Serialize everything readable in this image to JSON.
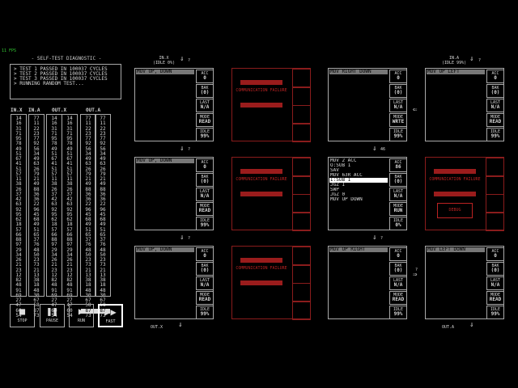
{
  "fps": "11 FPS",
  "diagnostic": {
    "title": "- SELF-TEST DIAGNOSTIC -",
    "lines": [
      "> TEST 1 PASSED IN 100037 CYCLES",
      "> TEST 2 PASSED IN 100037 CYCLES",
      "> TEST 3 PASSED IN 100037 CYCLES",
      "> RUNNING RANDOM TEST..."
    ]
  },
  "columns": [
    {
      "header": "IN.X",
      "values": [
        "14",
        "16",
        "31",
        "71",
        "95",
        "78",
        "49",
        "51",
        "67",
        "41",
        "51",
        "57",
        "11",
        "38",
        "26",
        "37",
        "42",
        "63",
        "92",
        "95",
        "62",
        "18",
        "57",
        "66",
        "88",
        "97",
        "29",
        "34",
        "26",
        "21",
        "23",
        "12",
        "82",
        "48",
        "91",
        "69",
        "27",
        "47",
        "60",
        "54"
      ]
    },
    {
      "header": "IN.A",
      "values": [
        "77",
        "11",
        "22",
        "23",
        "77",
        "92",
        "56",
        "34",
        "49",
        "63",
        "26",
        "79",
        "21",
        "49",
        "88",
        "36",
        "36",
        "22",
        "96",
        "45",
        "68",
        "49",
        "51",
        "65",
        "37",
        "76",
        "48",
        "50",
        "23",
        "73",
        "21",
        "13",
        "38",
        "18",
        "48",
        "30",
        "67",
        "58",
        "87",
        "73"
      ]
    },
    {
      "header": "OUT.X",
      "values": [
        "14",
        "16",
        "31",
        "71",
        "95",
        "78",
        "49",
        "51",
        "67",
        "41",
        "51",
        "57",
        "11",
        "38",
        "26",
        "37",
        "42",
        "63",
        "92",
        "95",
        "62",
        "18",
        "57",
        "66",
        "88",
        "97",
        "29",
        "34",
        "26",
        "21",
        "23",
        "12",
        "82",
        "48",
        "91",
        "69",
        "27",
        "47",
        "60",
        "54"
      ]
    },
    {
      "header": "",
      "values": [
        "14",
        "16",
        "31",
        "71",
        "95",
        "78",
        "49",
        "51",
        "67",
        "41",
        "51",
        "57",
        "11",
        "38",
        "26",
        "37",
        "42",
        "63",
        "92",
        "95",
        "62",
        "18",
        "57",
        "66",
        "88",
        "97",
        "29",
        "34",
        "26",
        "21",
        "23",
        "12",
        "82",
        "48",
        "91",
        "69",
        "27",
        "47",
        "60",
        "54"
      ]
    },
    {
      "header": "OUT.A",
      "values": [
        "77",
        "11",
        "22",
        "23",
        "77",
        "92",
        "56",
        "34",
        "49",
        "63",
        "26",
        "79",
        "21",
        "49",
        "88",
        "36",
        "36",
        "22",
        "96",
        "45",
        "68",
        "49",
        "51",
        "65",
        "37",
        "76",
        "48",
        "50",
        "23",
        "73",
        "21",
        "13",
        "38",
        "18",
        "48",
        "30",
        "67",
        "58",
        "87",
        "73"
      ]
    },
    {
      "header": "",
      "values": [
        "77",
        "11",
        "22",
        "23",
        "77",
        "92",
        "56",
        "34",
        "49",
        "63",
        "26",
        "79",
        "21",
        "49",
        "88",
        "36",
        "36",
        "22",
        "96",
        "45",
        "68",
        "49",
        "51",
        "65",
        "37",
        "76",
        "48",
        "50",
        "23",
        "73",
        "21",
        "13",
        "38",
        "18",
        "48",
        "30",
        "67",
        "58",
        "87",
        "73"
      ]
    }
  ],
  "controls": [
    {
      "icon": "■",
      "label": "STOP"
    },
    {
      "icon": "❚❚",
      "label": "PAUSE"
    },
    {
      "icon": "▶",
      "label": "RUN"
    },
    {
      "icon": "▶▶",
      "label": "FAST"
    }
  ],
  "nodes": [
    {
      "code": [
        "MOV UP, DOWN"
      ],
      "acc": "0",
      "bak": "(0)",
      "last": "N/A",
      "mode": "READ",
      "idle": "99%"
    },
    {
      "code": [
        "MOV RIGHT DOWN"
      ],
      "acc": "0",
      "bak": "(0)",
      "last": "N/A",
      "mode": "WRTE",
      "idle": "99%"
    },
    {
      "code": [
        "MOV UP LEFT"
      ],
      "acc": "0",
      "bak": "(0)",
      "last": "N/A",
      "mode": "READ",
      "idle": "99%"
    },
    {
      "code": [
        "MOV UP, DOWN"
      ],
      "acc": "0",
      "bak": "(0)",
      "last": "N/A",
      "mode": "READ",
      "idle": "99%"
    },
    {
      "code": [
        "MOV 2 ACC",
        "O:SUB 1",
        "SAV",
        "MOV 63R ACC",
        "I:SUB 1",
        "JGZ I",
        "SWP",
        "JGZ 0",
        "MOV UP DOWN"
      ],
      "acc": "86",
      "bak": "(0)",
      "last": "N/A",
      "mode": "RUN",
      "idle": "0%"
    },
    {
      "code": [
        "MOV UP, DOWN"
      ],
      "acc": "0",
      "bak": "(0)",
      "last": "N/A",
      "mode": "READ",
      "idle": "99%"
    },
    {
      "code": [
        "MOV UP RIGHT"
      ],
      "acc": "0",
      "bak": "(0)",
      "last": "N/A",
      "mode": "READ",
      "idle": "99%"
    },
    {
      "code": [
        "MOV LEFT DOWN"
      ],
      "acc": "0",
      "bak": "(0)",
      "last": "N/A",
      "mode": "READ",
      "idle": "99%"
    }
  ],
  "reg_labels": {
    "acc": "ACC",
    "bak": "BAK",
    "last": "LAST",
    "mode": "MODE",
    "idle": "IDLE"
  },
  "failure": {
    "message": "COMMUNICATION FAILURE",
    "debug": "DEBUG"
  },
  "ports": {
    "top_inx": "IN.X",
    "top_inx_sub": "(IDLE 0%)",
    "top_ina": "IN.A",
    "top_ina_sub": "(IDLE 99%)",
    "out_x": "OUT.X",
    "out_a": "OUT.A",
    "q": "?",
    "v46": "46"
  }
}
